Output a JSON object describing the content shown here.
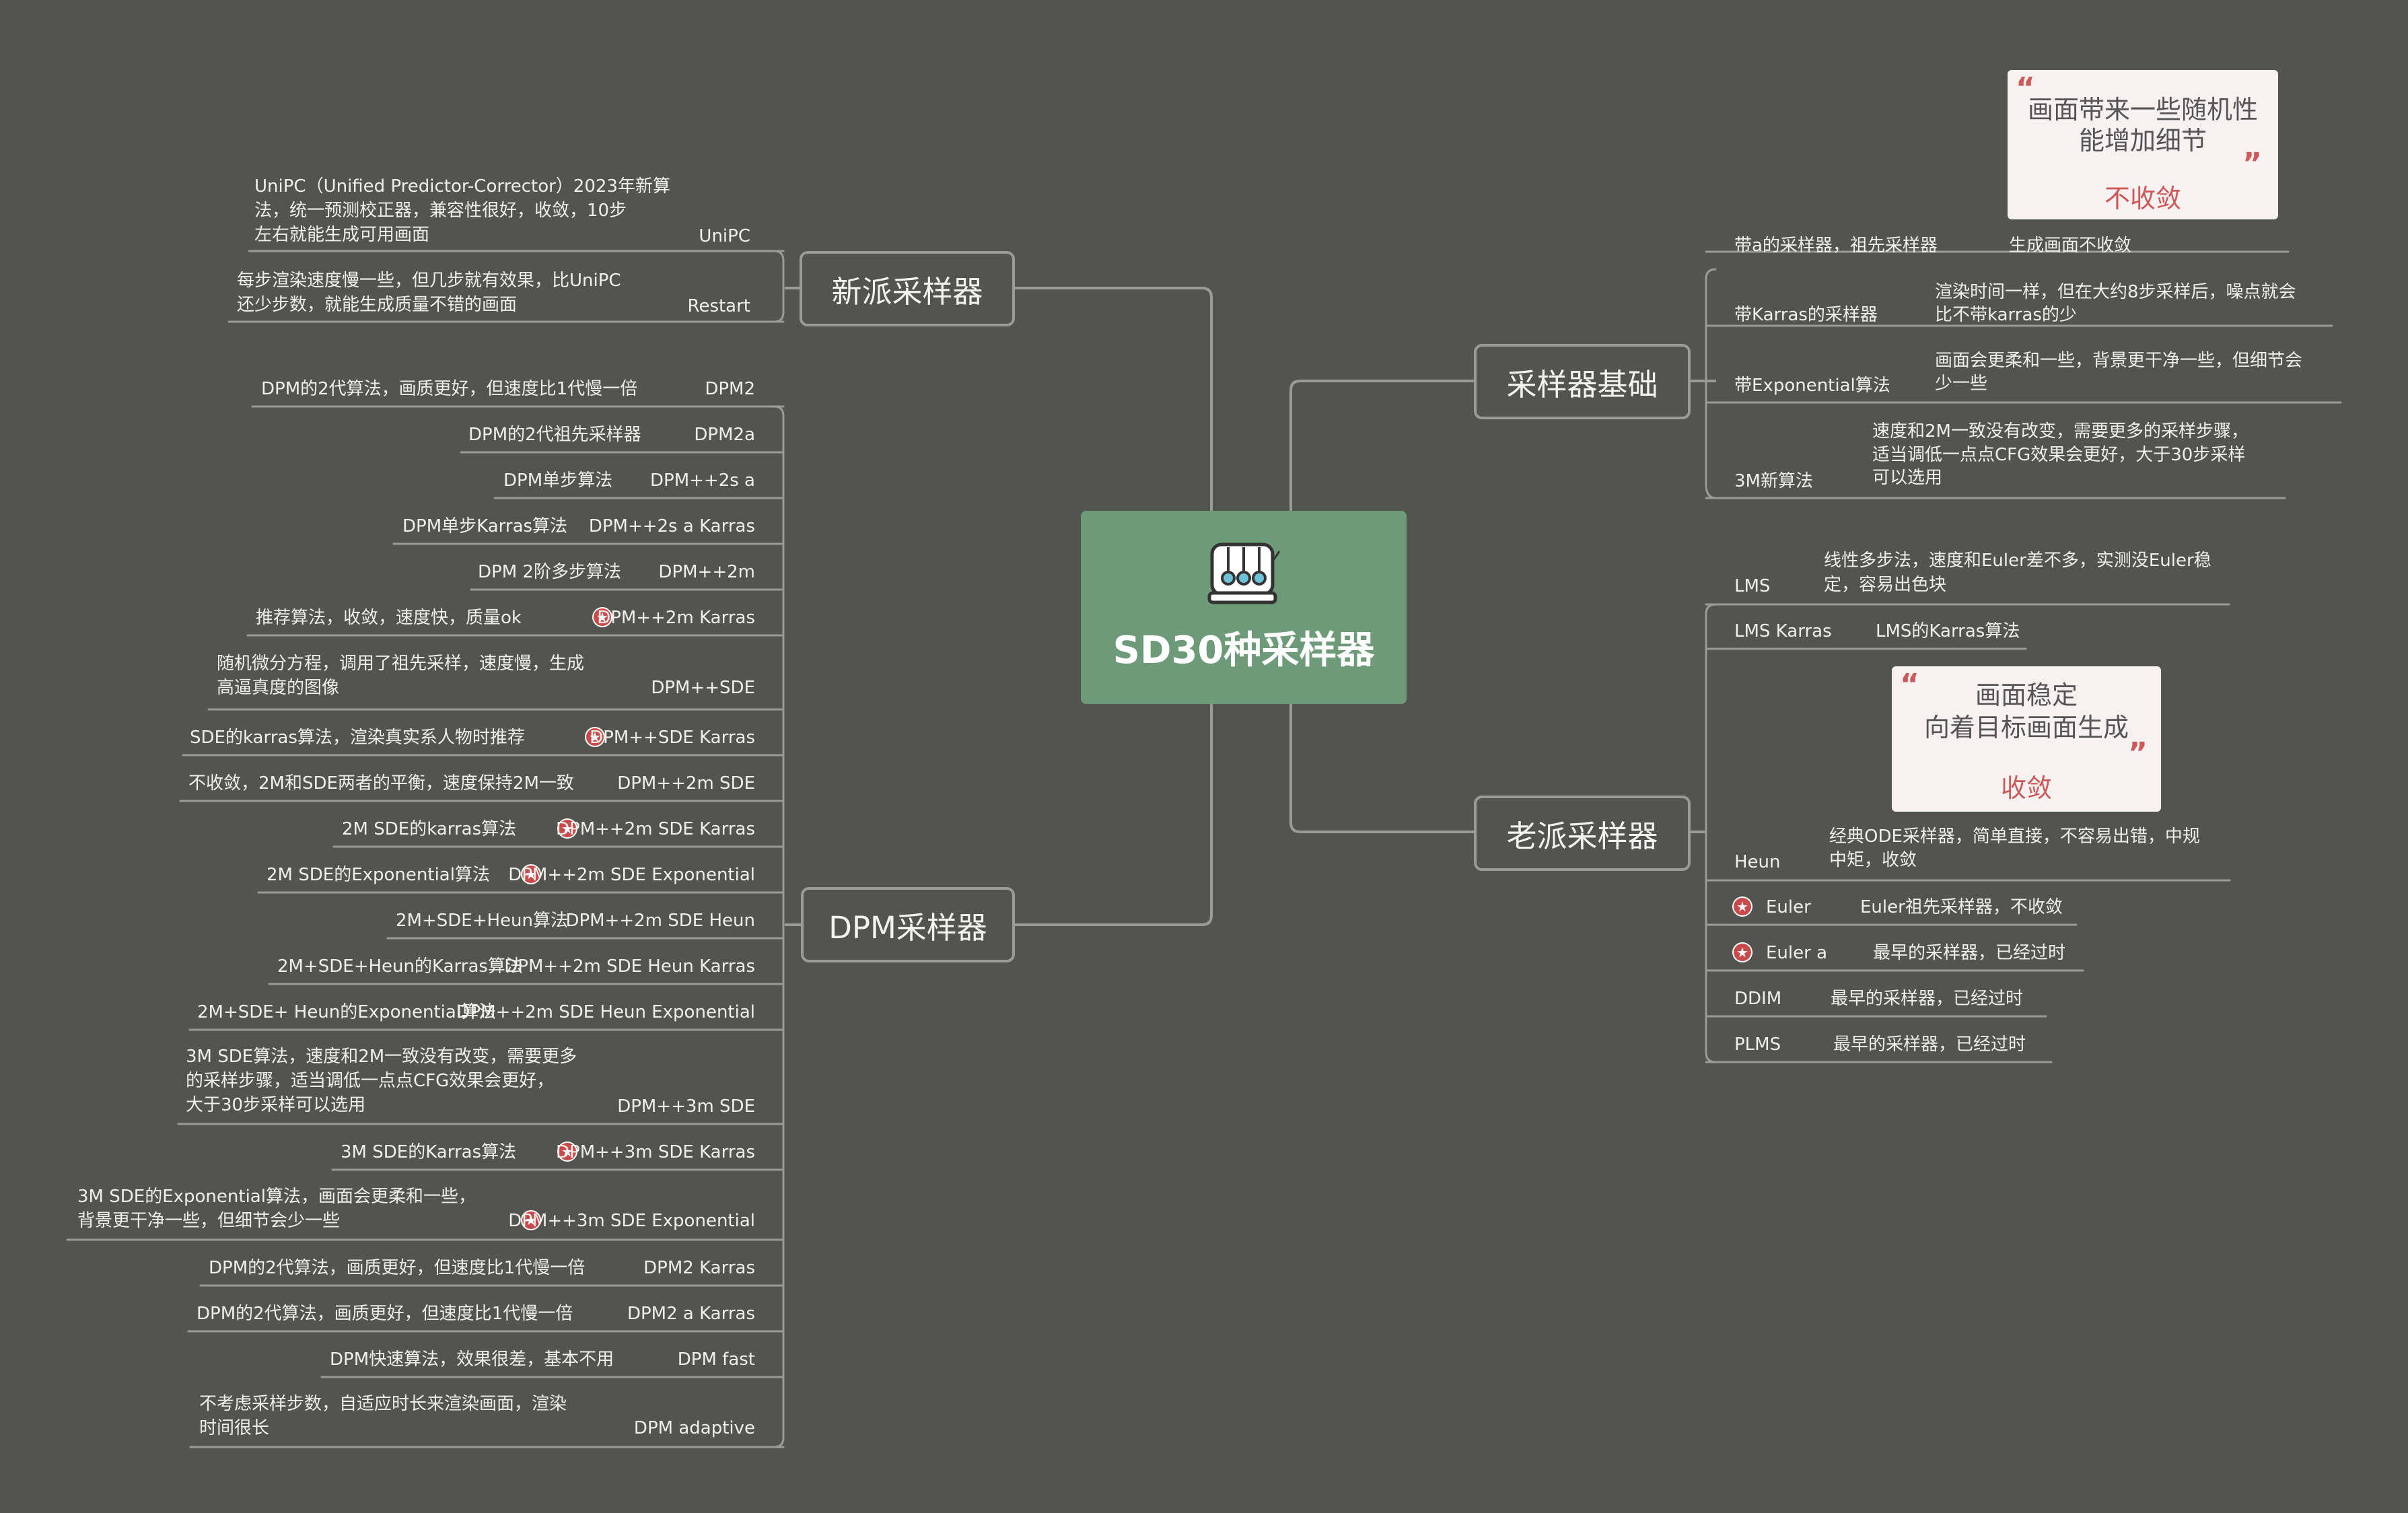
{
  "central": {
    "title": "SD30种采样器",
    "icon": "newtons-cradle-icon"
  },
  "branches": {
    "basics": "采样器基础",
    "old": "老派采样器",
    "new": "新派采样器",
    "dpm": "DPM采样器"
  },
  "cards": {
    "basics": {
      "line1": "画面带来一些随机性",
      "line2": "能增加细节",
      "tag": "不收敛"
    },
    "old": {
      "line1": "画面稳定",
      "line2": "向着目标画面生成",
      "tag": "收敛"
    }
  },
  "basics_items": [
    {
      "label": "带a的采样器，祖先采样器",
      "desc": [
        "生成画面不收敛"
      ]
    },
    {
      "label": "带Karras的采样器",
      "desc": [
        "渲染时间一样，但在大约8步采样后，噪点就会",
        "比不带karras的少"
      ]
    },
    {
      "label": "带Exponential算法",
      "desc": [
        "画面会更柔和一些，背景更干净一些，但细节会",
        "少一些"
      ]
    },
    {
      "label": "3M新算法",
      "desc": [
        "速度和2M一致没有改变，需要更多的采样步骤，",
        "适当调低一点点CFG效果会更好，大于30步采样",
        "可以选用"
      ]
    }
  ],
  "old_items": [
    {
      "label": "LMS",
      "desc": [
        "线性多步法，速度和Euler差不多，实测没Euler稳",
        "定，容易出色块"
      ]
    },
    {
      "label": "LMS Karras",
      "desc": [
        "LMS的Karras算法"
      ]
    },
    {
      "label": "Heun",
      "desc": [
        "经典ODE采样器，简单直接，不容易出错，中规",
        "中矩，收敛"
      ]
    },
    {
      "label": "Euler",
      "desc": [
        "Euler祖先采样器，不收敛"
      ],
      "star": true
    },
    {
      "label": "Euler a",
      "desc": [
        "最早的采样器，已经过时"
      ],
      "star": true
    },
    {
      "label": "DDIM",
      "desc": [
        "最早的采样器，已经过时"
      ]
    },
    {
      "label": "PLMS",
      "desc": [
        "最早的采样器，已经过时"
      ]
    }
  ],
  "new_items": [
    {
      "label": "UniPC",
      "desc": [
        "UniPC（Unified Predictor-Corrector）2023年新算",
        "法，统一预测校正器，兼容性很好，收敛，10步",
        "左右就能生成可用画面"
      ]
    },
    {
      "label": "Restart",
      "desc": [
        "每步渲染速度慢一些，但几步就有效果，比UniPC",
        "还少步数，就能生成质量不错的画面"
      ]
    }
  ],
  "dpm_items": [
    {
      "label": "DPM2",
      "desc": [
        "DPM的2代算法，画质更好，但速度比1代慢一倍"
      ]
    },
    {
      "label": "DPM2a",
      "desc": [
        "DPM的2代祖先采样器"
      ]
    },
    {
      "label": "DPM++2s a",
      "desc": [
        "DPM单步算法"
      ]
    },
    {
      "label": "DPM++2s a Karras",
      "desc": [
        "DPM单步Karras算法"
      ]
    },
    {
      "label": "DPM++2m",
      "desc": [
        "DPM 2阶多步算法"
      ]
    },
    {
      "label": "DPM++2m Karras",
      "desc": [
        "推荐算法，收敛，速度快，质量ok"
      ],
      "star": true
    },
    {
      "label": "DPM++SDE",
      "desc": [
        "随机微分方程，调用了祖先采样，速度慢，生成",
        "高逼真度的图像"
      ]
    },
    {
      "label": "DPM++SDE Karras",
      "desc": [
        "SDE的karras算法，渲染真实系人物时推荐"
      ],
      "star": true
    },
    {
      "label": "DPM++2m SDE",
      "desc": [
        "不收敛，2M和SDE两者的平衡，速度保持2M一致"
      ]
    },
    {
      "label": "DPM++2m SDE Karras",
      "desc": [
        "2M SDE的karras算法"
      ],
      "star": true
    },
    {
      "label": "DPM++2m SDE Exponential",
      "desc": [
        "2M SDE的Exponential算法"
      ],
      "star": true
    },
    {
      "label": "DPM++2m SDE Heun",
      "desc": [
        "2M+SDE+Heun算法"
      ]
    },
    {
      "label": "DPM++2m SDE Heun Karras",
      "desc": [
        "2M+SDE+Heun的Karras算法"
      ]
    },
    {
      "label": "DPM++2m SDE Heun Exponential",
      "desc": [
        "2M+SDE+ Heun的Exponential算法"
      ]
    },
    {
      "label": "DPM++3m SDE",
      "desc": [
        "3M SDE算法，速度和2M一致没有改变，需要更多",
        "的采样步骤，适当调低一点点CFG效果会更好，",
        "大于30步采样可以选用"
      ]
    },
    {
      "label": "DPM++3m SDE Karras",
      "desc": [
        "3M SDE的Karras算法"
      ],
      "star": true
    },
    {
      "label": "DPM++3m SDE Exponential",
      "desc": [
        "3M SDE的Exponential算法，画面会更柔和一些，",
        "背景更干净一些，但细节会少一些"
      ],
      "star": true
    },
    {
      "label": "DPM2 Karras",
      "desc": [
        "DPM的2代算法，画质更好，但速度比1代慢一倍"
      ]
    },
    {
      "label": "DPM2 a Karras",
      "desc": [
        "DPM的2代算法，画质更好，但速度比1代慢一倍"
      ]
    },
    {
      "label": "DPM fast",
      "desc": [
        "DPM快速算法，效果很差，基本不用"
      ]
    },
    {
      "label": "DPM adaptive",
      "desc": [
        "不考虑采样步数，自适应时长来渲染画面，渲染",
        "时间很长"
      ]
    }
  ],
  "colors": {
    "background": "#53544f",
    "central": "#6d9b79",
    "line": "#9b9b96",
    "accent": "#c94a4a",
    "card": "#f7f1f1"
  }
}
